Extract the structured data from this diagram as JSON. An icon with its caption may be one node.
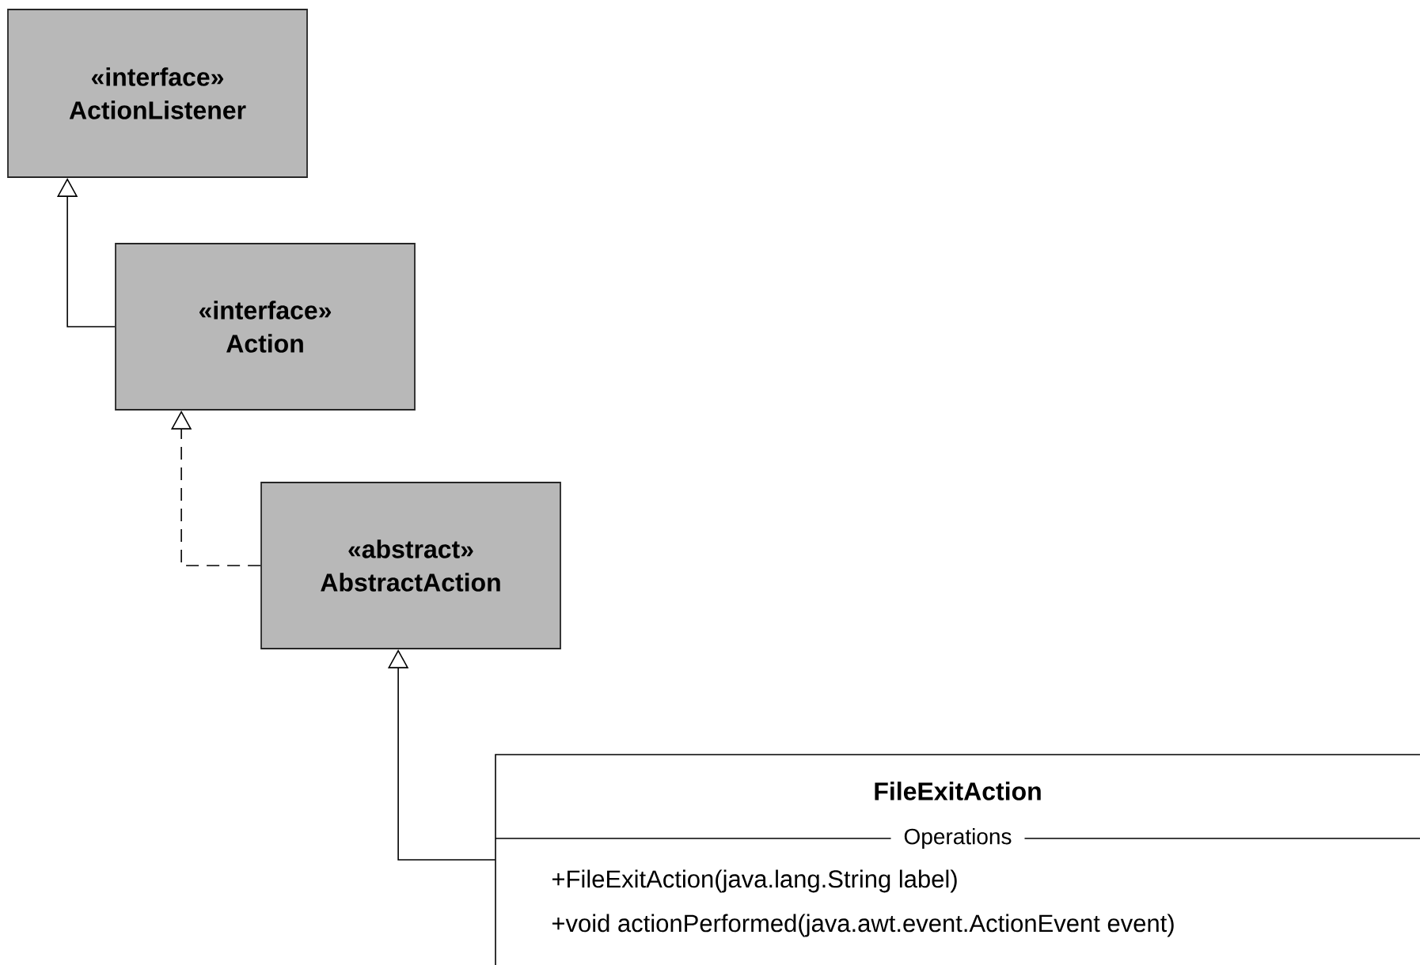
{
  "diagram": {
    "nodes": [
      {
        "text": [
          "«interface»",
          "ActionListener"
        ]
      },
      {
        "text": [
          "«interface»",
          "Action"
        ]
      },
      {
        "text": [
          "«abstract»",
          "AbstractAction"
        ]
      },
      {
        "text": [
          "FileExitAction",
          "Operations",
          "+FileExitAction(java.lang.String label)",
          "+void actionPerformed(java.awt.event.ActionEvent event)"
        ]
      }
    ],
    "edges": [
      {
        "from": 1,
        "to": 0,
        "arrow": "to"
      },
      {
        "from": 2,
        "to": 1,
        "arrow": "to",
        "style": "dashed"
      },
      {
        "from": 3,
        "to": 2,
        "arrow": "to"
      }
    ]
  }
}
